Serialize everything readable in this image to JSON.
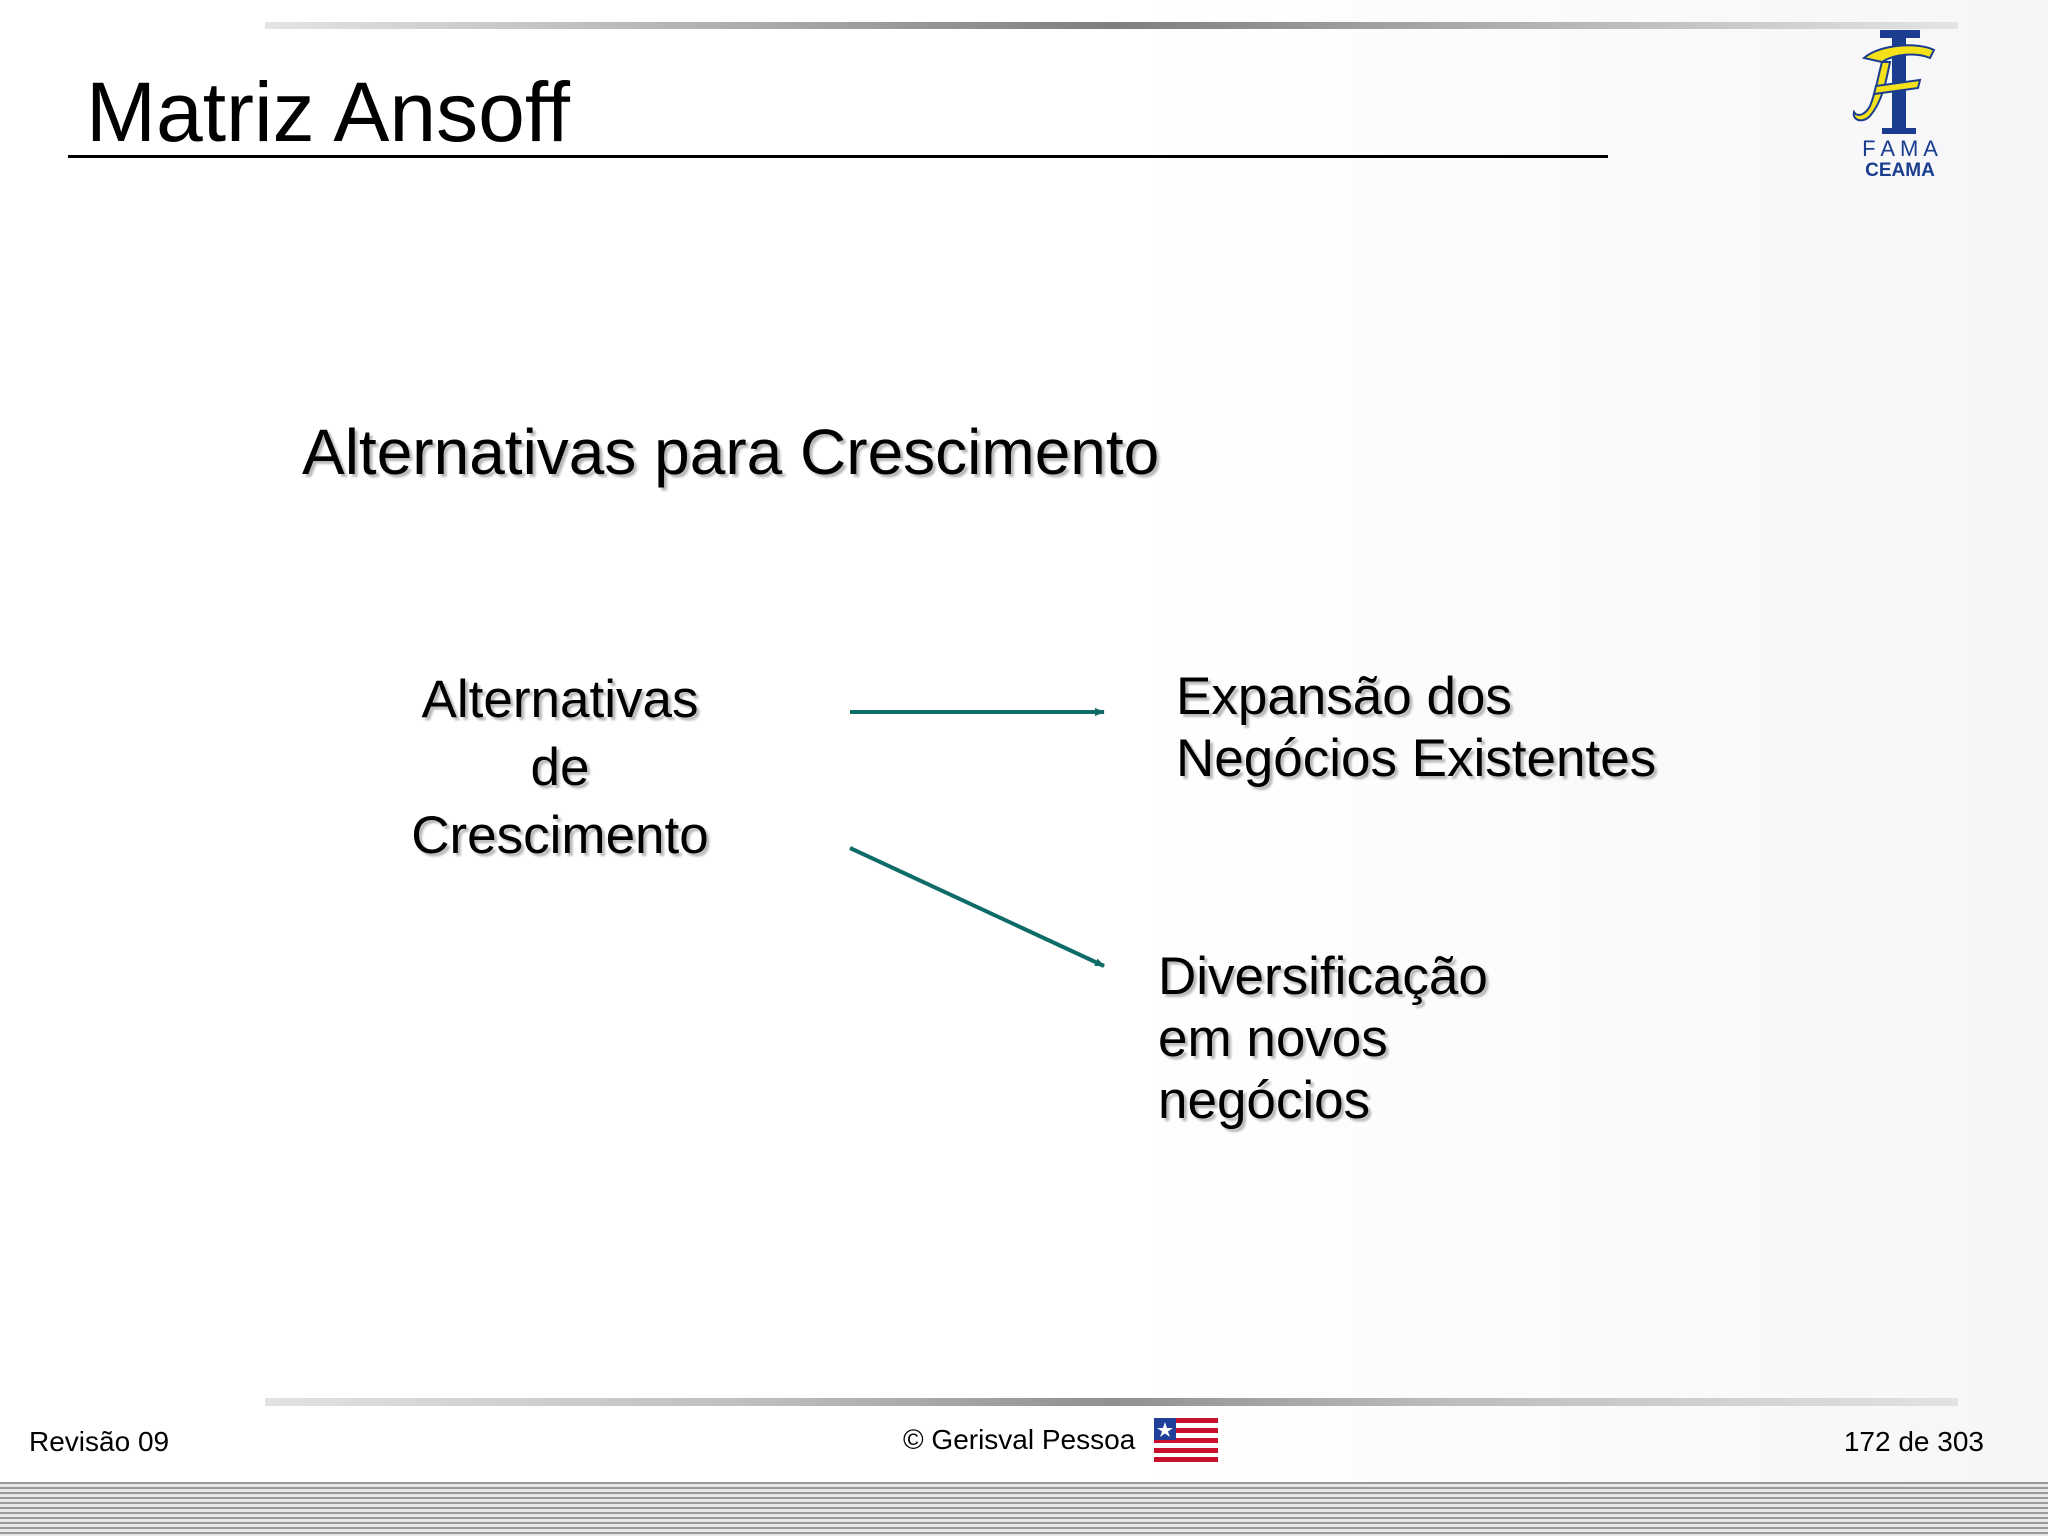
{
  "slide": {
    "title": "Matriz Ansoff",
    "subtitle": "Alternativas para Crescimento"
  },
  "diagram": {
    "source_lines": [
      "Alternativas",
      "de",
      "Crescimento"
    ],
    "targets": [
      {
        "lines": [
          "Expansão dos",
          "Negócios Existentes"
        ]
      },
      {
        "lines": [
          "Diversificação",
          "em novos",
          "negócios"
        ]
      }
    ],
    "arrow_color": "#0f6b68"
  },
  "logo": {
    "line1": "F A M A",
    "line2": "CEAMA",
    "colors": {
      "blue": "#1a3d8f",
      "yellow": "#f5e11a"
    }
  },
  "footer": {
    "left": "Revisão 09",
    "center": "© Gerisval Pessoa",
    "right": "172 de 303"
  }
}
